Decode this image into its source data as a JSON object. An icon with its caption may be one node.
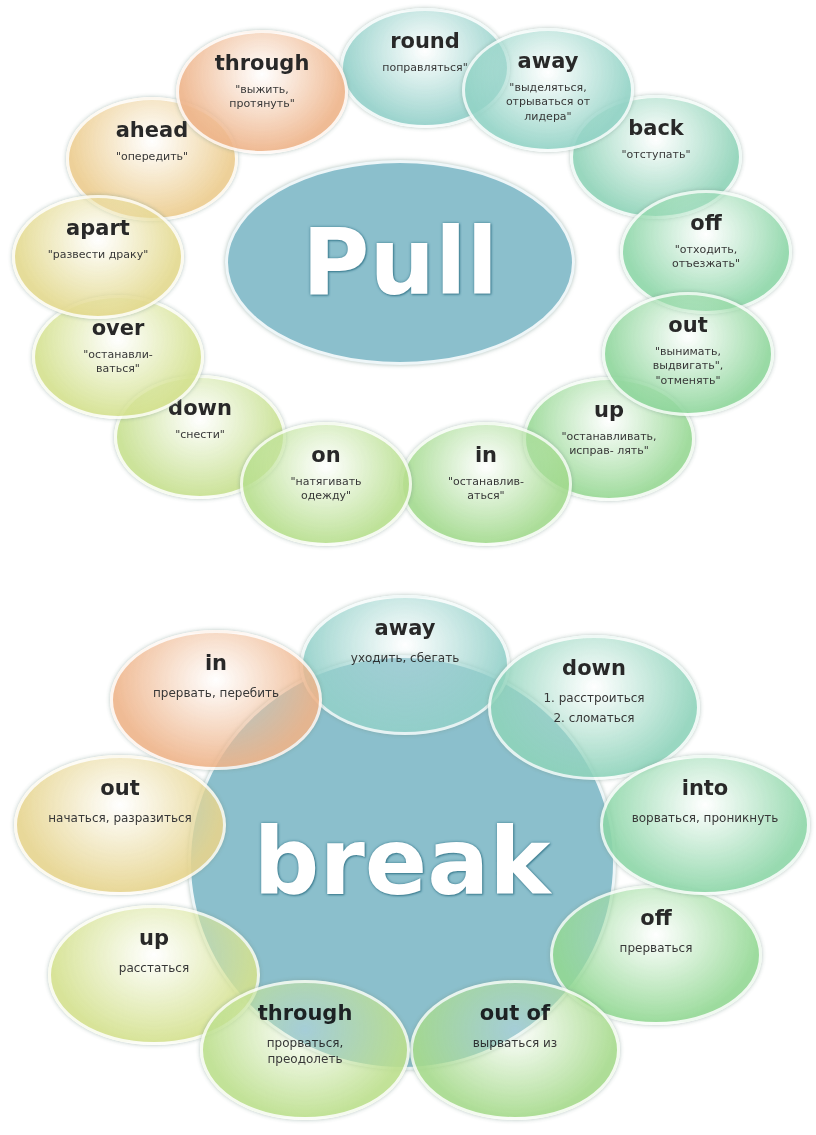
{
  "diagram": {
    "nodes": [
      {
        "text": [
          "Pull"
        ]
      },
      {
        "text": [
          "round",
          "поправляться\""
        ]
      },
      {
        "text": [
          "away",
          "\"выделяться, отрываться от лидера\""
        ]
      },
      {
        "text": [
          "back",
          "\"отступать\""
        ]
      },
      {
        "text": [
          "off",
          "\"отходить, отъезжать\""
        ]
      },
      {
        "text": [
          "out",
          "\"вынимать, выдвигать\", \"отменять\""
        ]
      },
      {
        "text": [
          "up",
          "\"останавливать, исправ- лять\""
        ]
      },
      {
        "text": [
          "in",
          "\"останавлив- аться\""
        ]
      },
      {
        "text": [
          "on",
          "\"натягивать одежду\""
        ]
      },
      {
        "text": [
          "down",
          "\"снести\""
        ]
      },
      {
        "text": [
          "over",
          "\"останавли- ваться\""
        ]
      },
      {
        "text": [
          "apart",
          "\"развести драку\""
        ]
      },
      {
        "text": [
          "ahead",
          "\"опередить\""
        ]
      },
      {
        "text": [
          "through",
          "\"выжить, протянуть\""
        ]
      },
      {
        "text": [
          "break"
        ]
      },
      {
        "text": [
          "away",
          "уходить, сбегать"
        ]
      },
      {
        "text": [
          "down",
          "1. расстроиться",
          "2. сломаться"
        ]
      },
      {
        "text": [
          "into",
          "ворваться, проникнуть"
        ]
      },
      {
        "text": [
          "off",
          "прерваться"
        ]
      },
      {
        "text": [
          "out of",
          "вырваться из"
        ]
      },
      {
        "text": [
          "through",
          "прорваться, преодолеть"
        ]
      },
      {
        "text": [
          "up",
          "расстаться"
        ]
      },
      {
        "text": [
          "out",
          "начаться, разразиться"
        ]
      },
      {
        "text": [
          "in",
          "прервать, перебить"
        ]
      }
    ]
  }
}
